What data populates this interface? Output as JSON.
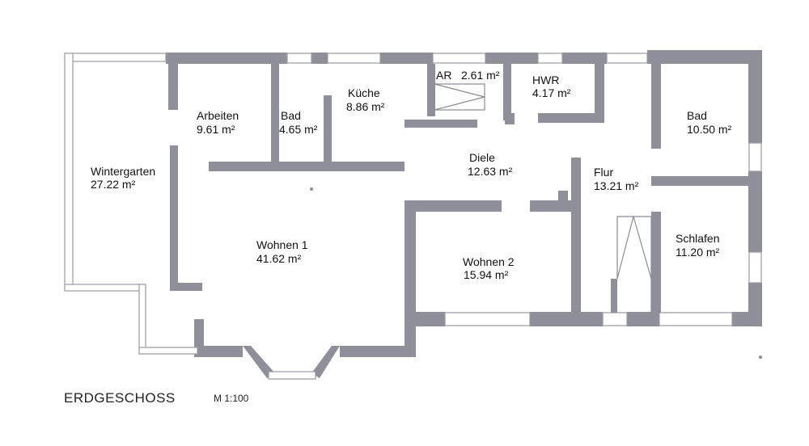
{
  "plan": {
    "title": "ERDGESCHOSS",
    "scale": "M 1:100"
  },
  "rooms": [
    {
      "name": "Wintergarten",
      "area": "27.22 m²"
    },
    {
      "name": "Arbeiten",
      "area": "9.61 m²"
    },
    {
      "name": "Bad",
      "area": "4.65 m²"
    },
    {
      "name": "Küche",
      "area": "8.86 m²"
    },
    {
      "name": "AR",
      "area": "2.61 m²"
    },
    {
      "name": "HWR",
      "area": "4.17 m²"
    },
    {
      "name": "Bad",
      "area": "10.50 m²"
    },
    {
      "name": "Diele",
      "area": "12.63 m²"
    },
    {
      "name": "Flur",
      "area": "13.21 m²"
    },
    {
      "name": "Wohnen 1",
      "area": "41.62 m²"
    },
    {
      "name": "Wohnen 2",
      "area": "15.94 m²"
    },
    {
      "name": "Schlafen",
      "area": "11.20 m²"
    }
  ]
}
